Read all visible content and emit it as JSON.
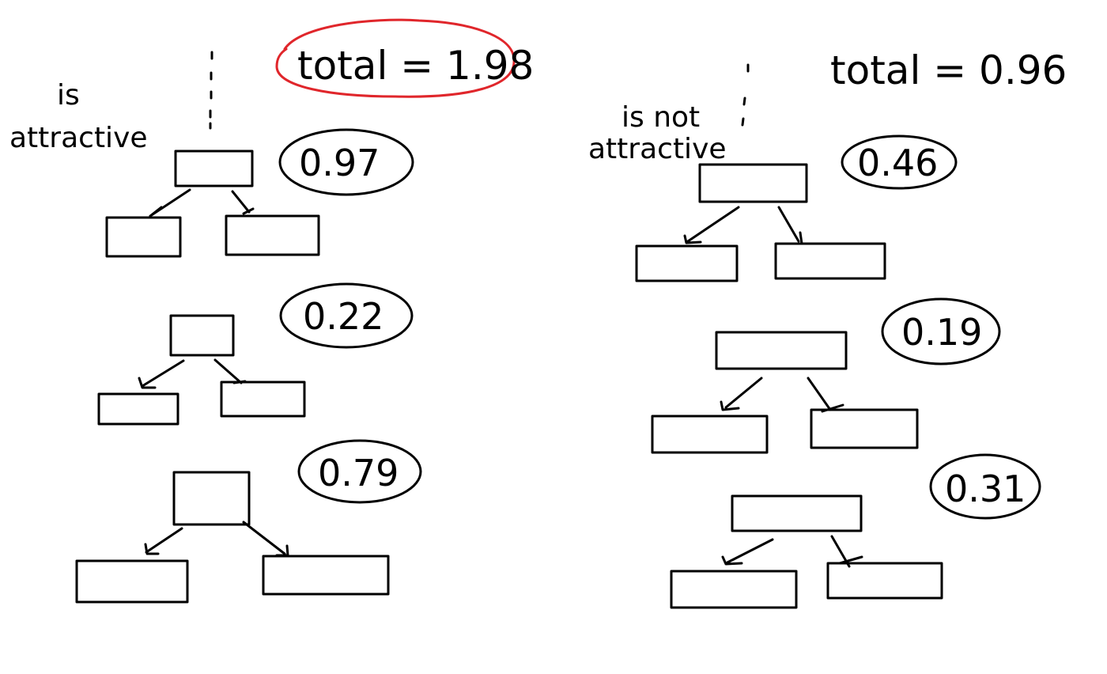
{
  "left": {
    "label_line1": "is",
    "label_line2": "attractive",
    "total": "total = 1.98",
    "total_highlight_color": "#e0262b",
    "trees": [
      {
        "score": "0.97"
      },
      {
        "score": "0.22"
      },
      {
        "score": "0.79"
      }
    ]
  },
  "right": {
    "label_line1": "is not",
    "label_line2": "attractive",
    "total": "total = 0.96",
    "trees": [
      {
        "score": "0.46"
      },
      {
        "score": "0.19"
      },
      {
        "score": "0.31"
      }
    ]
  }
}
